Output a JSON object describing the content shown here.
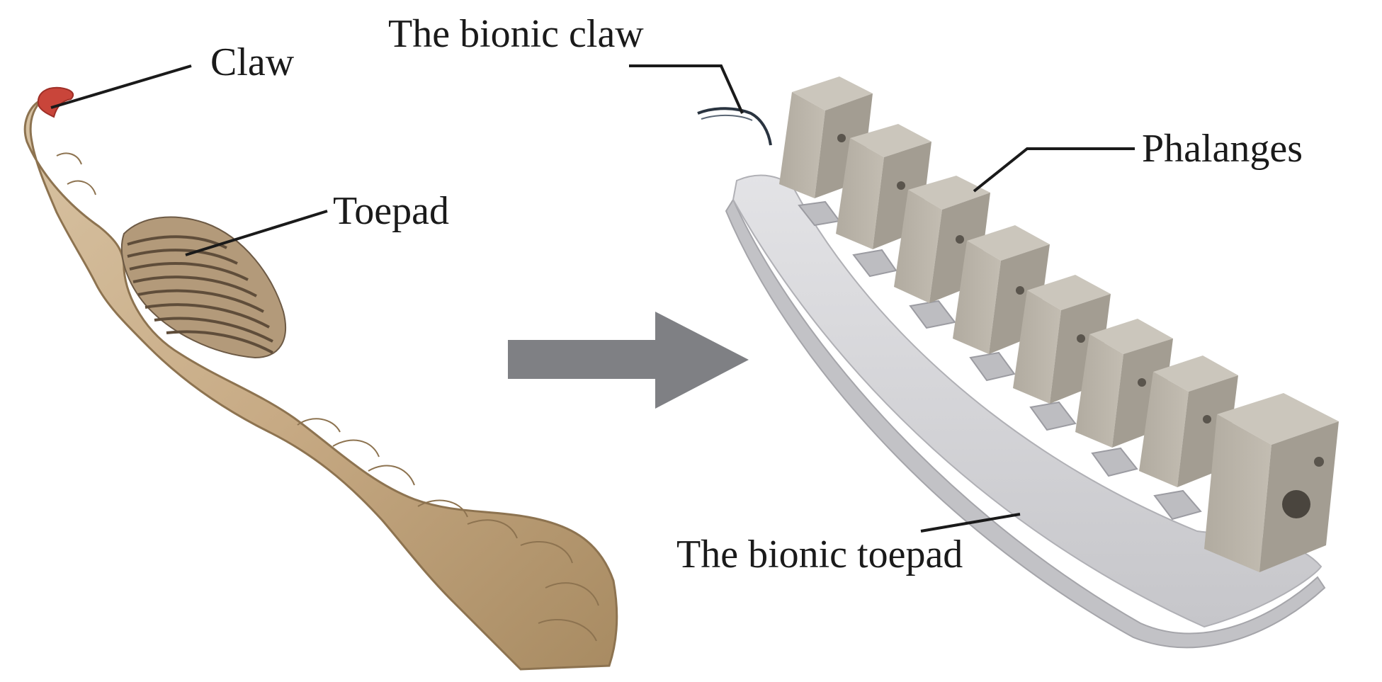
{
  "labels": {
    "claw": "Claw",
    "toepad": "Toepad",
    "bionic_claw": "The bionic claw",
    "phalanges": "Phalanges",
    "bionic_toepad": "The bionic toepad"
  },
  "colors": {
    "background": "#ffffff",
    "arrow": "#7f8084",
    "leader_line": "#1a1a1a",
    "toe_skin": "#c8ad8a",
    "toe_skin_dark": "#8d7350",
    "claw_tip": "#c9453a",
    "lamella": "#6d5a45",
    "phalanx_face": "#b7b1a6",
    "phalanx_top": "#cbc6bc",
    "phalanx_side": "#a39d92",
    "pad_top": "#d9d9db",
    "pad_side": "#c2c2c6",
    "cable": "#2a3440"
  },
  "phalanx_count": 8
}
